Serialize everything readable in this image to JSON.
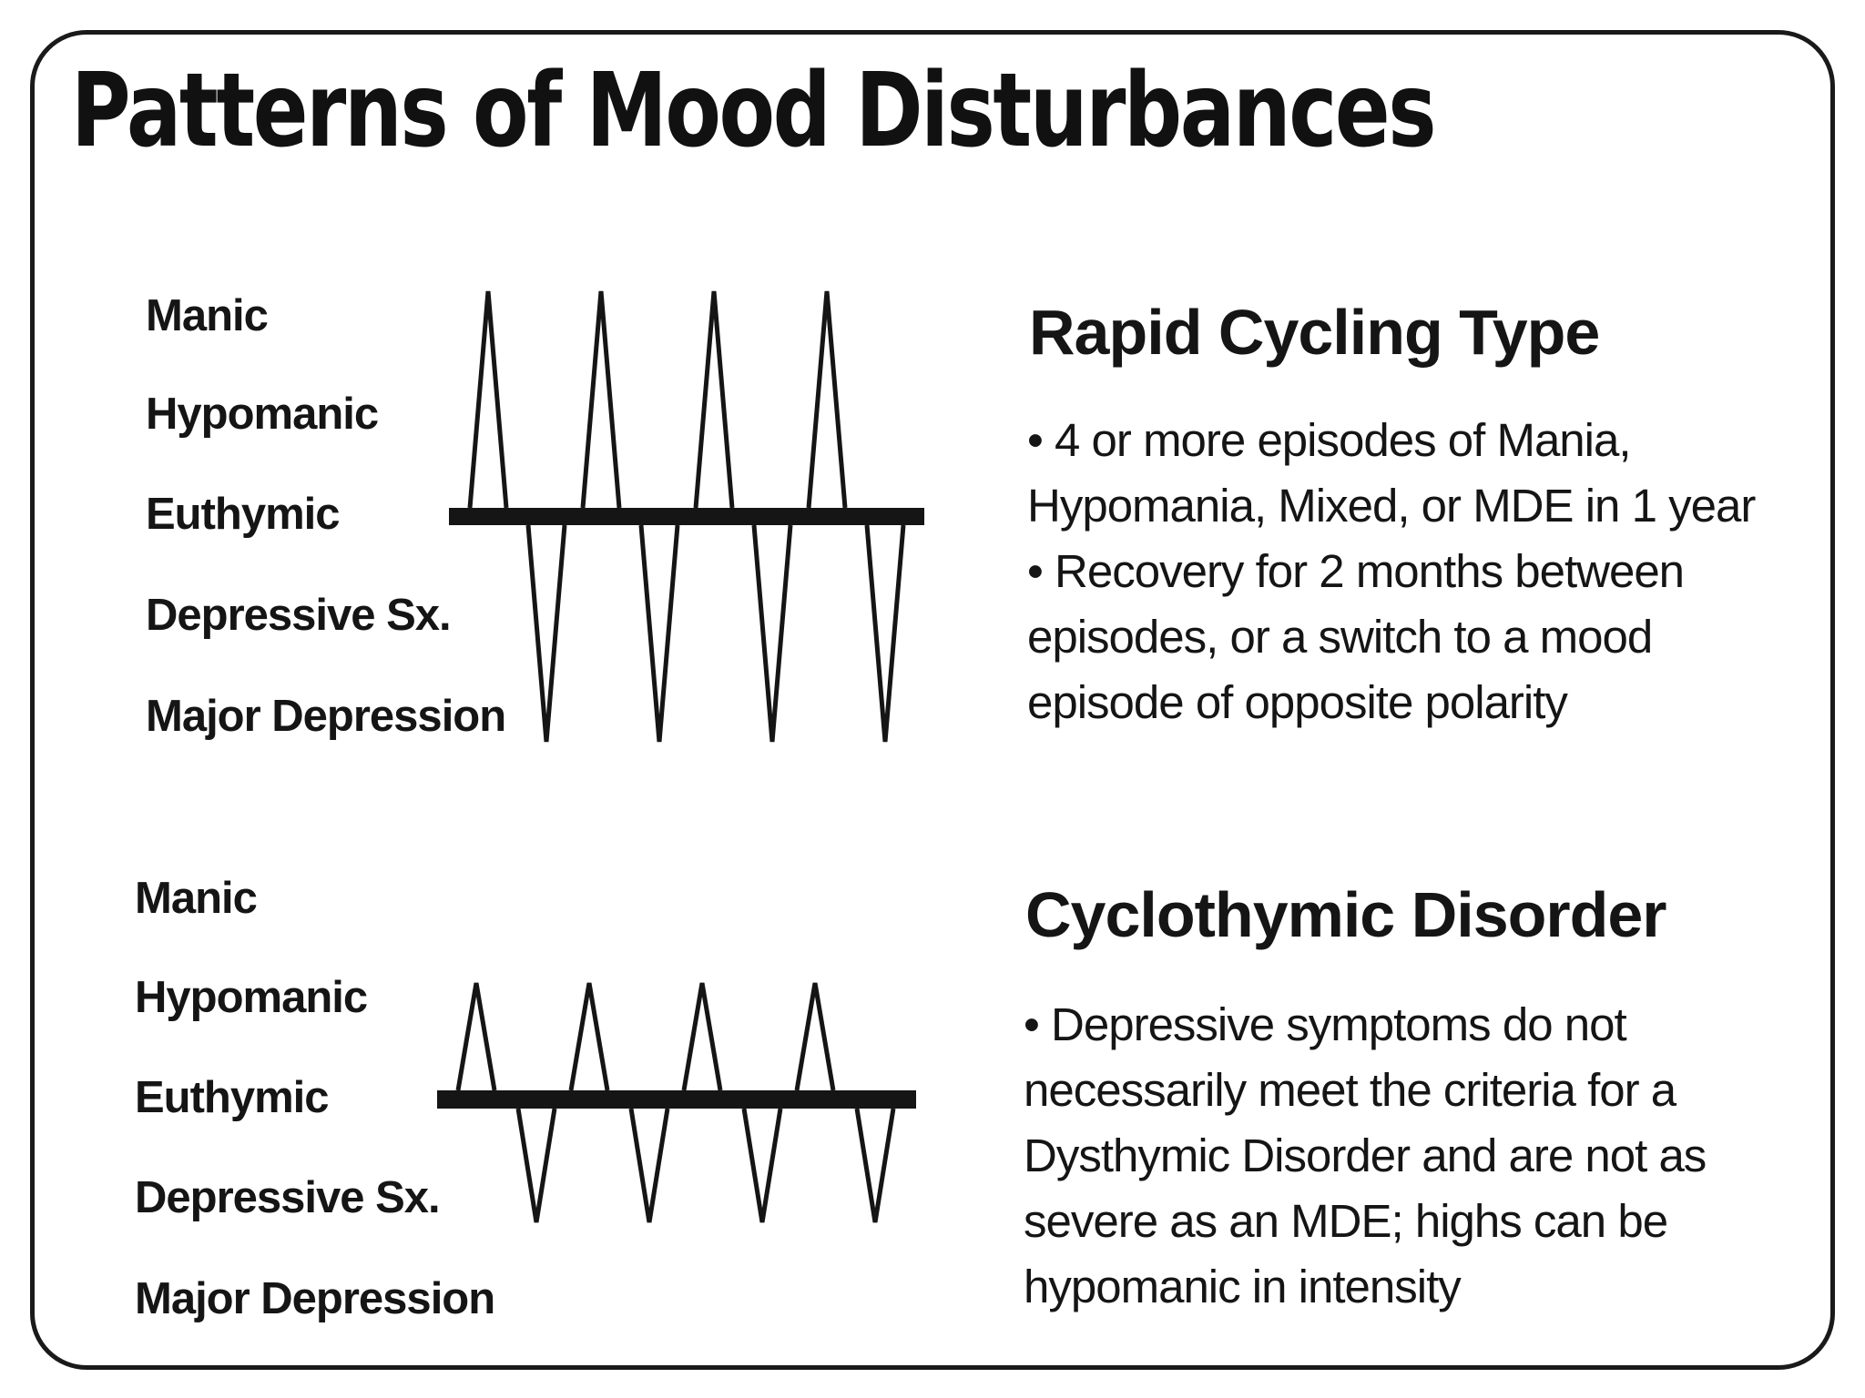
{
  "title": "Patterns of Mood Disturbances",
  "mood_levels": [
    "Manic",
    "Hypomanic",
    "Euthymic",
    "Depressive Sx.",
    "Major Depression"
  ],
  "sections": [
    {
      "heading": "Rapid Cycling Type",
      "description_lines": [
        "• 4 or more episodes of Mania,",
        "Hypomania, Mixed, or MDE in 1 year",
        "• Recovery for 2 months between",
        "episodes, or a switch to a mood",
        "episode of opposite polarity"
      ],
      "cycles": 4,
      "peak_level": "Manic",
      "trough_level": "Major Depression"
    },
    {
      "heading": "Cyclothymic Disorder",
      "description_lines": [
        "• Depressive symptoms do not",
        "necessarily meet the criteria for a",
        "Dysthymic Disorder and are not as",
        "severe as an MDE; highs can be",
        "hypomanic in intensity"
      ],
      "cycles": 4,
      "peak_level": "Hypomanic",
      "trough_level": "Depressive Sx."
    }
  ],
  "colors": {
    "ink": "#151515",
    "frame": "#1a1a1a",
    "background": "#ffffff"
  }
}
